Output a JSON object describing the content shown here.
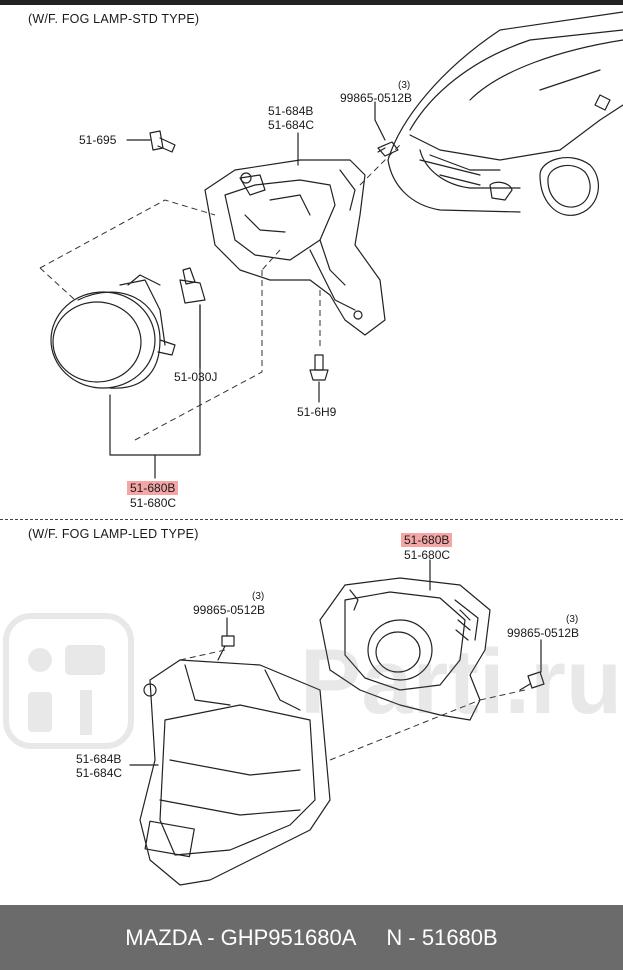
{
  "sections": {
    "top_title": "(W/F. FOG LAMP-STD TYPE)",
    "bottom_title": "(W/F. FOG LAMP-LED TYPE)"
  },
  "top_labels": {
    "p51_695": "51-695",
    "p51_684b": "51-684B",
    "p51_684c": "51-684C",
    "bolt": "99865-0512B",
    "bolt_qty": "(3)",
    "p51_030j": "51-030J",
    "p51_6h9": "51-6H9",
    "p51_680b": "51-680B",
    "p51_680c": "51-680C"
  },
  "bottom_labels": {
    "p51_680b": "51-680B",
    "p51_680c": "51-680C",
    "bolt_left": "99865-0512B",
    "bolt_left_qty": "(3)",
    "bolt_right": "99865-0512B",
    "bolt_right_qty": "(3)",
    "p51_684b": "51-684B",
    "p51_684c": "51-684C"
  },
  "watermark": {
    "text": "Parti.ru"
  },
  "footer": {
    "left": "MAZDA - GHP951680A",
    "right": "N - 51680B"
  },
  "colors": {
    "highlight": "#f4a6a6",
    "footer_bg": "#6b6b6b",
    "line": "#222222"
  }
}
